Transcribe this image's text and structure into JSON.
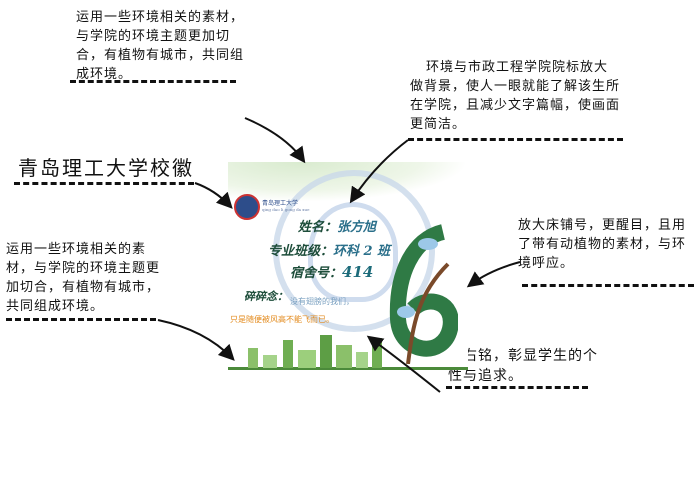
{
  "annotations": {
    "top_left": "运用一些环境相关的素材，与学院的环境主题更加切合，有植物有城市，共同组成环境。",
    "top_right": "环境与市政工程学院院标放大做背景，使人一眼就能了解该生所在学院，且减少文字篇幅，使画面更简洁。",
    "school_badge": "青岛理工大学校徽",
    "left": "运用一些环境相关的素材，与学院的环境主题更加切合，有植物有城市，共同组成环境。",
    "right": "放大床铺号，更醒目，且用了带有动植物的素材，与环境呼应。",
    "motto_note": "座右铭，彰显学生的个性与追求。"
  },
  "card": {
    "school_name": "青岛理工大学",
    "school_pinyin": "qing dao li gong da xue",
    "name_label": "姓名：",
    "name_value": "张方旭",
    "major_label": "专业班级：",
    "major_value": "环科 2 班",
    "dorm_label": "宿舍号：",
    "dorm_value": "414",
    "motto_label": "碎碎念：",
    "motto_line1": "没有翅膀的我们，",
    "motto_line2": "只是随便被风高不能飞而已。"
  }
}
